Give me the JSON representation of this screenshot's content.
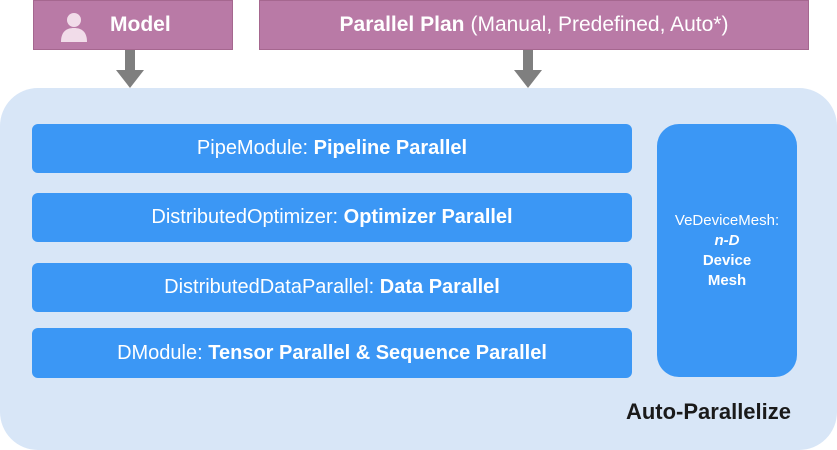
{
  "model_box": {
    "label": "Model",
    "icon": "user-icon"
  },
  "plan_box": {
    "bold_label": "Parallel Plan",
    "detail": "(Manual, Predefined, Auto*)"
  },
  "modules": [
    {
      "prefix": "PipeModule:",
      "name": "Pipeline Parallel"
    },
    {
      "prefix": "DistributedOptimizer:",
      "name": "Optimizer Parallel"
    },
    {
      "prefix": "DistributedDataParallel:",
      "name": "Data Parallel"
    },
    {
      "prefix": "DModule:",
      "name": "Tensor Parallel & Sequence Parallel"
    }
  ],
  "device_mesh": {
    "name": "VeDeviceMesh:",
    "dims": "n-D",
    "line1": "Device",
    "line2": "Mesh"
  },
  "container_label": "Auto-Parallelize",
  "colors": {
    "top_box": "#b97aa6",
    "module": "#3b97f5",
    "container": "#d8e6f7",
    "arrow": "#7f7f7f"
  }
}
